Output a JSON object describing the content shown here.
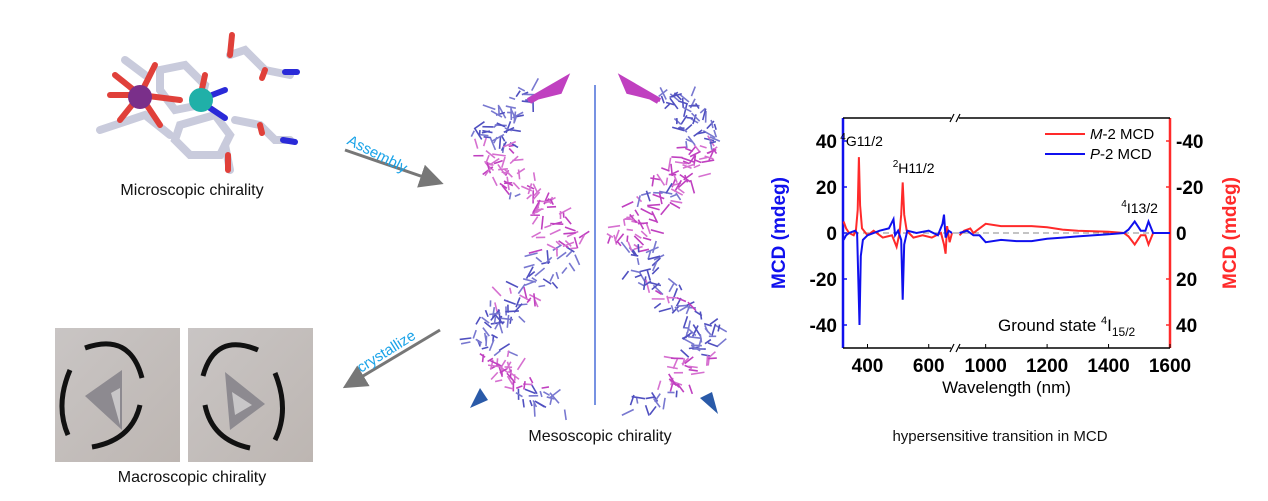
{
  "panels": {
    "microscopic_label": "Microscopic chirality",
    "macroscopic_label": "Macroscopic chirality",
    "mesoscopic_label": "Mesoscopic chirality",
    "mcd_caption": "hypersensitive transition in MCD",
    "assembly_label": "Assembly",
    "crystallize_label": "crystallize"
  },
  "colors": {
    "arrow_text": "#1aa3e8",
    "red": "#ff2a2a",
    "blue": "#1010ee",
    "pink": "#c040c0",
    "violet": "#5a5ac8"
  },
  "chart_data": {
    "type": "line",
    "xlabel": "Wavelength (nm)",
    "ylabel_left": "MCD (mdeg)",
    "ylabel_right": "MCD (mdeg)",
    "xlim_segments": [
      [
        320,
        676
      ],
      [
        910,
        1600
      ]
    ],
    "x_ticks": [
      400,
      600,
      1000,
      1200,
      1400,
      1600
    ],
    "ylim_left": [
      -50,
      50
    ],
    "ylim_right_inverted": [
      50,
      -50
    ],
    "y_ticks_left": [
      40,
      20,
      0,
      -20,
      -40
    ],
    "y_ticks_right": [
      -40,
      -20,
      0,
      20,
      40
    ],
    "annotations": [
      {
        "text": "4",
        "sub": "G11/2",
        "x": 370
      },
      {
        "text": "2",
        "sub": "H11/2",
        "x": 515
      },
      {
        "text": "4",
        "sub": "I13/2",
        "x": 1500
      }
    ],
    "ground_state": {
      "prefix": "Ground state ",
      "sup": "4",
      "main": "I",
      "sub": "15/2"
    },
    "series": [
      {
        "name": "M-2 MCD",
        "name_italic": "M",
        "name_rest": "-2 MCD",
        "axis": "right",
        "color": "#ff2a2a",
        "points": [
          [
            322,
            -5
          ],
          [
            330,
            -2
          ],
          [
            340,
            0
          ],
          [
            355,
            1
          ],
          [
            362,
            -1
          ],
          [
            368,
            -10
          ],
          [
            372,
            -33
          ],
          [
            376,
            -12
          ],
          [
            382,
            -2
          ],
          [
            400,
            1
          ],
          [
            420,
            -1
          ],
          [
            450,
            2
          ],
          [
            480,
            1
          ],
          [
            495,
            6
          ],
          [
            505,
            0
          ],
          [
            510,
            -8
          ],
          [
            515,
            -22
          ],
          [
            520,
            -8
          ],
          [
            528,
            -1
          ],
          [
            550,
            2
          ],
          [
            580,
            1
          ],
          [
            610,
            2
          ],
          [
            640,
            0
          ],
          [
            650,
            5
          ],
          [
            655,
            9
          ],
          [
            660,
            -3
          ],
          [
            668,
            4
          ],
          [
            676,
            0
          ],
          [
            915,
            1
          ],
          [
            930,
            -1
          ],
          [
            950,
            -2
          ],
          [
            960,
            0
          ],
          [
            980,
            -2
          ],
          [
            1000,
            -4
          ],
          [
            1050,
            -3
          ],
          [
            1100,
            -3
          ],
          [
            1150,
            -3
          ],
          [
            1200,
            -2.5
          ],
          [
            1250,
            -1.5
          ],
          [
            1300,
            -1
          ],
          [
            1400,
            -0.5
          ],
          [
            1450,
            0
          ],
          [
            1465,
            1.5
          ],
          [
            1485,
            5
          ],
          [
            1505,
            1
          ],
          [
            1520,
            1
          ],
          [
            1530,
            5
          ],
          [
            1545,
            0
          ],
          [
            1600,
            0
          ]
        ]
      },
      {
        "name": "P-2 MCD",
        "name_italic": "P",
        "name_rest": "-2 MCD",
        "axis": "left",
        "color": "#1010ee",
        "points": [
          [
            322,
            -3
          ],
          [
            330,
            -1
          ],
          [
            340,
            0
          ],
          [
            360,
            1
          ],
          [
            366,
            0
          ],
          [
            370,
            -20
          ],
          [
            374,
            -40
          ],
          [
            378,
            -10
          ],
          [
            385,
            -3
          ],
          [
            400,
            -1
          ],
          [
            440,
            1
          ],
          [
            470,
            2
          ],
          [
            485,
            6
          ],
          [
            490,
            -1
          ],
          [
            500,
            1
          ],
          [
            510,
            -3
          ],
          [
            515,
            -29
          ],
          [
            520,
            -5
          ],
          [
            530,
            1
          ],
          [
            560,
            0
          ],
          [
            600,
            1
          ],
          [
            630,
            -1
          ],
          [
            645,
            4
          ],
          [
            650,
            8
          ],
          [
            655,
            -2
          ],
          [
            665,
            1
          ],
          [
            676,
            0
          ],
          [
            915,
            0
          ],
          [
            940,
            1
          ],
          [
            960,
            -1
          ],
          [
            980,
            -1
          ],
          [
            1000,
            -4
          ],
          [
            1050,
            -3
          ],
          [
            1100,
            -3.5
          ],
          [
            1150,
            -3.5
          ],
          [
            1200,
            -2.5
          ],
          [
            1250,
            -2
          ],
          [
            1300,
            -1.5
          ],
          [
            1400,
            -0.5
          ],
          [
            1450,
            0
          ],
          [
            1465,
            1.5
          ],
          [
            1485,
            5
          ],
          [
            1505,
            1
          ],
          [
            1520,
            1
          ],
          [
            1530,
            5
          ],
          [
            1545,
            0
          ],
          [
            1600,
            0
          ]
        ]
      }
    ]
  }
}
